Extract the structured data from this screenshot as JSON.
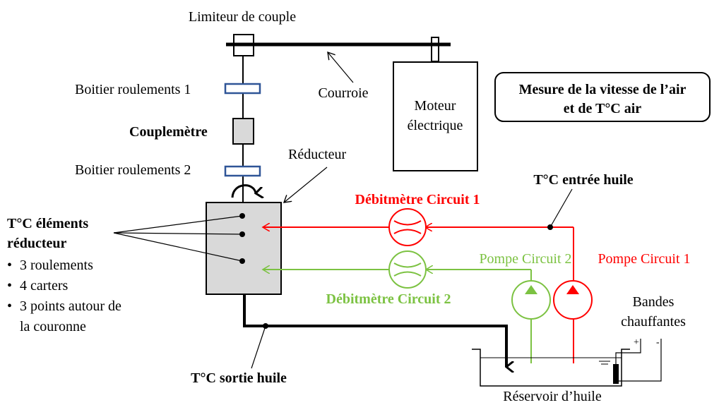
{
  "labels": {
    "limiteur": "Limiteur de couple",
    "courroie": "Courroie",
    "moteur_line1": "Moteur",
    "moteur_line2": "électrique",
    "mesure_line1": "Mesure de la vitesse de l’air",
    "mesure_line2": "et de T°C air",
    "boitier1": "Boitier roulements 1",
    "couplemetre": "Couplemètre",
    "boitier2": "Boitier roulements 2",
    "reducteur": "Réducteur",
    "tc_entree": "T°C entrée huile",
    "debit1": "Débitmètre Circuit 1",
    "pompe2": "Pompe Circuit 2",
    "pompe1": "Pompe Circuit 1",
    "debit2": "Débitmètre Circuit 2",
    "tc_elements_line1": "T°C éléments",
    "tc_elements_line2": "réducteur",
    "bullets": [
      "3 roulements",
      "4 carters",
      "3 points autour de",
      "la couronne"
    ],
    "bandes_line1": "Bandes",
    "bandes_line2": "chauffantes",
    "plus": "+",
    "minus": "-",
    "tc_sortie": "T°C sortie huile",
    "reservoir": "Réservoir d’huile"
  },
  "colors": {
    "circuit1": "#ff0000",
    "circuit2": "#7cc242",
    "rotor_blue": "#2f5597",
    "box_fill": "#d9d9d9",
    "ink": "#000000"
  }
}
